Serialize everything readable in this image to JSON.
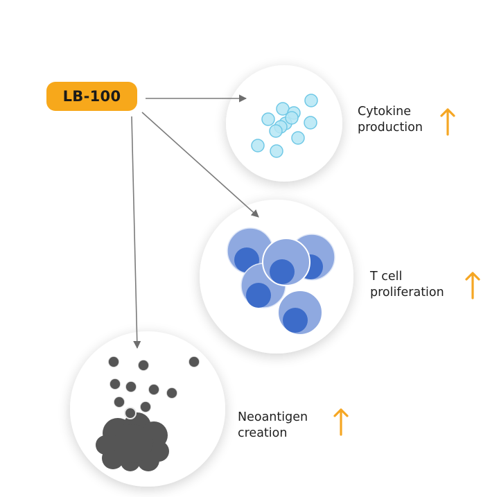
{
  "drug": {
    "label": "LB-100"
  },
  "effects": [
    {
      "id": "cytokine",
      "lines": [
        "Cytokine",
        "production"
      ],
      "direction": "up",
      "icon": "up-arrow-icon"
    },
    {
      "id": "tcell",
      "lines": [
        "T cell",
        "proliferation"
      ],
      "direction": "up",
      "icon": "up-arrow-icon"
    },
    {
      "id": "neoantigen",
      "lines": [
        "Neoantigen",
        "creation"
      ],
      "direction": "up",
      "icon": "up-arrow-icon"
    }
  ],
  "colors": {
    "drug_box": "#F7A81B",
    "up_arrow": "#F5A623",
    "connector": "#7a7a7a",
    "cytokine_fill": "#B5E6F5",
    "cytokine_stroke": "#6FC8E6",
    "tcell_body": "#8FA9E0",
    "tcell_nucleus": "#3D6CC9",
    "neoantigen": "#555555"
  }
}
